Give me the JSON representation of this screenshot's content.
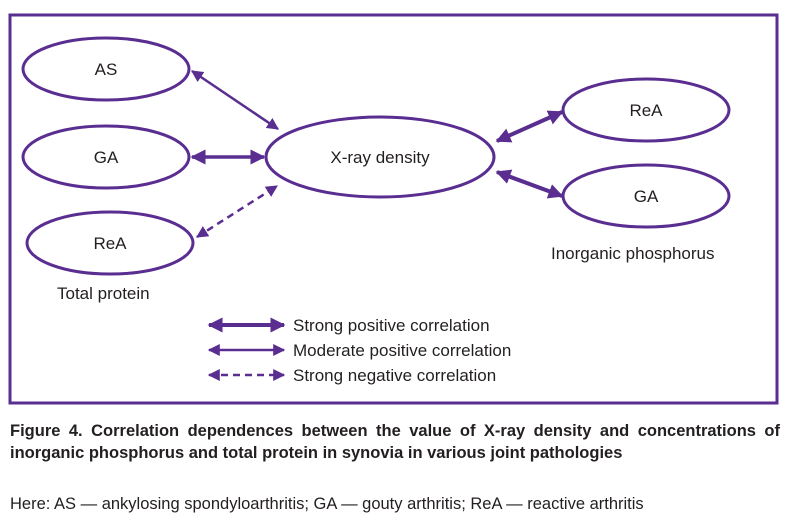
{
  "diagram": {
    "center_node": "X-ray density",
    "left_nodes": [
      "AS",
      "GA",
      "ReA"
    ],
    "left_group_label": "Total protein",
    "right_nodes": [
      "ReA",
      "GA"
    ],
    "right_group_label": "Inorganic phosphorus",
    "edges": [
      {
        "from": "AS",
        "to": "X-ray density",
        "type": "moderate_positive"
      },
      {
        "from": "GA",
        "to": "X-ray density",
        "type": "strong_positive"
      },
      {
        "from": "ReA",
        "to": "X-ray density",
        "type": "strong_negative"
      },
      {
        "from": "X-ray density",
        "to": "ReA (Inorganic phosphorus)",
        "type": "strong_positive"
      },
      {
        "from": "X-ray density",
        "to": "GA (Inorganic phosphorus)",
        "type": "strong_positive"
      }
    ]
  },
  "legend": {
    "strong_positive": "Strong positive correlation",
    "moderate_positive": "Moderate positive correlation",
    "strong_negative": "Strong negative correlation"
  },
  "caption": {
    "title": "Figure 4. Correlation dependences between the value of X-ray density and concentrations of inorganic phosphorus and total protein in synovia in various joint pathologies",
    "note": "Here: AS — ankylosing spondyloarthritis; GA — gouty arthritis; ReA — reactive arthritis"
  },
  "colors": {
    "accent": "#5a2d91",
    "text": "#231f20"
  }
}
